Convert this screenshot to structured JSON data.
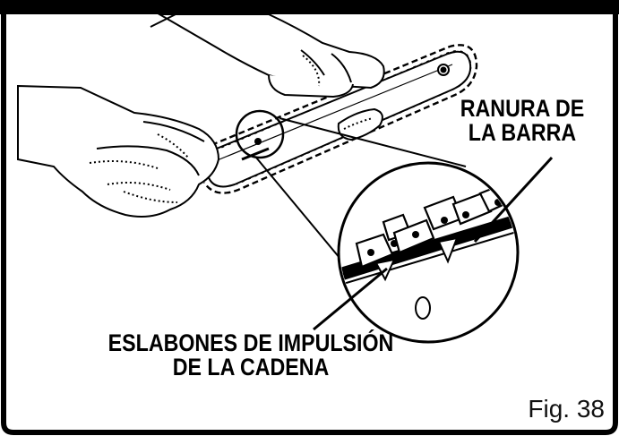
{
  "labels": {
    "bar_groove": [
      "RANURA DE",
      "LA BARRA"
    ],
    "drive_links": [
      "ESLABONES DE IMPULSIÓN",
      "DE LA CADENA"
    ]
  },
  "figure_number": "Fig. 38"
}
